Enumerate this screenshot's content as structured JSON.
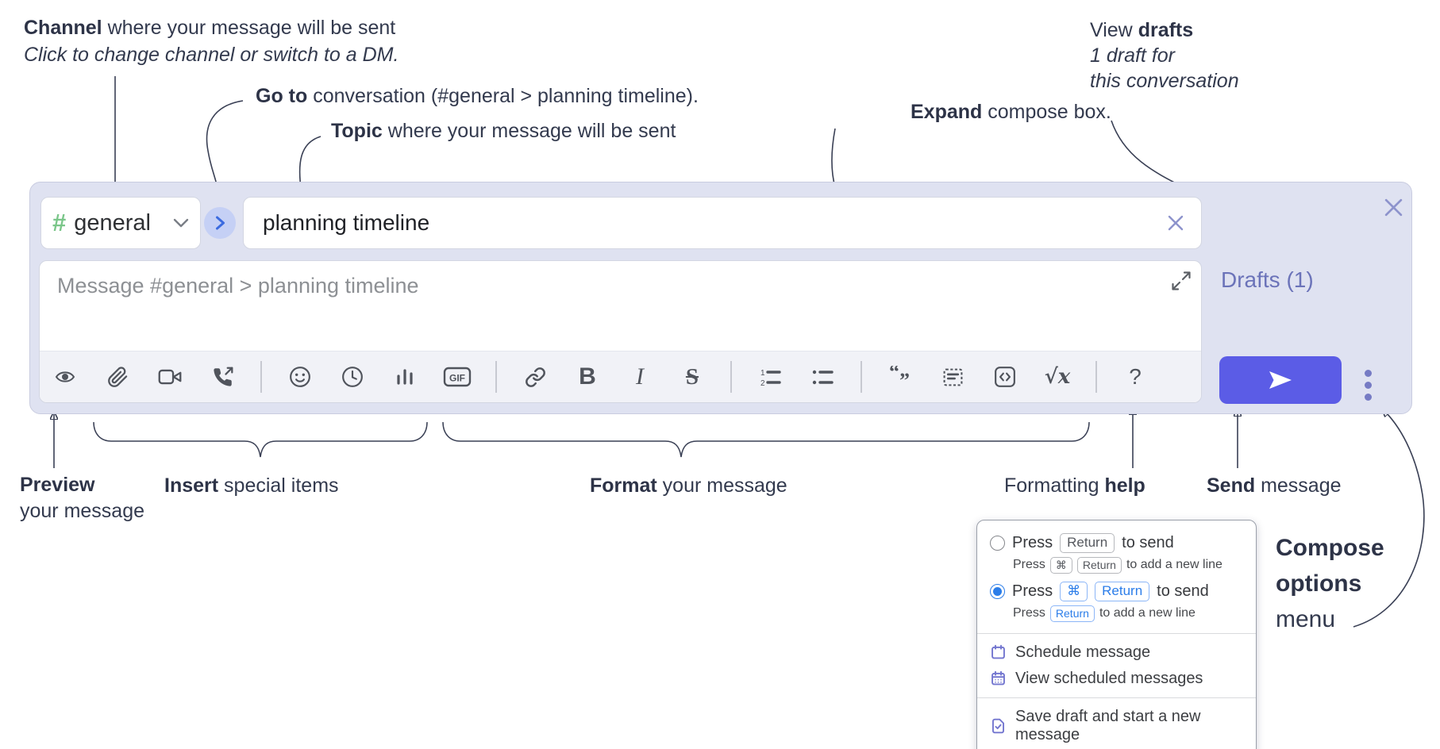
{
  "annotations": {
    "channel": {
      "bold": "Channel",
      "rest": " where your message will be sent",
      "italic": "Click to change channel or switch to a DM."
    },
    "go_to": {
      "bold": "Go to",
      "rest": " conversation (#general > planning timeline)."
    },
    "topic": {
      "bold": "Topic",
      "rest": " where your message will be sent"
    },
    "expand": {
      "bold": "Expand",
      "rest": " compose box."
    },
    "view_drafts": {
      "pre": "View ",
      "bold": "drafts",
      "italic_line1": "1 draft for",
      "italic_line2": "this conversation"
    },
    "preview": {
      "bold": "Preview",
      "line2": "your message"
    },
    "insert": {
      "bold": "Insert",
      "rest": " special items"
    },
    "format": {
      "bold": "Format",
      "rest": " your message"
    },
    "formatting_help": {
      "pre": "Formatting ",
      "bold": "help"
    },
    "send": {
      "bold": "Send",
      "rest": " message"
    },
    "compose_options": {
      "line1": "Compose",
      "line2": "options",
      "line3": "menu"
    }
  },
  "compose_box": {
    "channel_selector": {
      "hash_icon": "#",
      "label": "general",
      "chevron_icon": "chevron-down-icon"
    },
    "go_to_button": {
      "icon": "chevron-right-icon"
    },
    "topic_input": {
      "value": "planning timeline",
      "clear_icon": "x-clear-icon"
    },
    "message_input": {
      "placeholder": "Message #general > planning timeline"
    },
    "expand_icon": "diagonal-expand-arrows-icon",
    "close_icon": "x-close-icon",
    "drafts_link": "Drafts (1)",
    "send_button_icon": "paper-plane-icon",
    "options_button_icon": "vertical-ellipsis-icon",
    "toolbar": {
      "icon_names": [
        "preview-eye",
        "attach-paperclip",
        "video-call",
        "voice-call",
        "emoji-smiley",
        "time-clock",
        "poll-bar-chart",
        "gif",
        "link-chain",
        "bold",
        "italic",
        "strikethrough",
        "numbered-list",
        "bulleted-list",
        "quote",
        "spoiler",
        "code-block",
        "math-tex",
        "help-question"
      ],
      "bold_label": "B",
      "italic_label": "I",
      "strike_label": "S",
      "gif_label": "GIF",
      "math_label": "√x",
      "help_label": "?"
    }
  },
  "options_menu": {
    "enter_sends_option": {
      "selected": false,
      "main": {
        "pre": "Press",
        "kbd": "Return",
        "post": "to send"
      },
      "sub": {
        "pre": "Press",
        "kbd1": "⌘",
        "kbd2": "Return",
        "post": "to add a new line"
      }
    },
    "cmd_enter_sends_option": {
      "selected": true,
      "main": {
        "pre": "Press",
        "kbd1": "⌘",
        "kbd2": "Return",
        "post": "to send"
      },
      "sub": {
        "pre": "Press",
        "kbd": "Return",
        "post": "to add a new line"
      }
    },
    "schedule_item": "Schedule message",
    "view_scheduled_item": "View scheduled messages",
    "save_draft_item": "Save draft and start a new message"
  },
  "colors": {
    "accent_indigo": "#5b5ce6",
    "compose_surface": "#dfe2f1",
    "drafts_link": "#6b73b9",
    "kbd_blue": "#2b7de9",
    "hash_green": "#7ac689",
    "menu_icon_indigo": "#7477d0",
    "annotation_ink": "#333a4e"
  }
}
